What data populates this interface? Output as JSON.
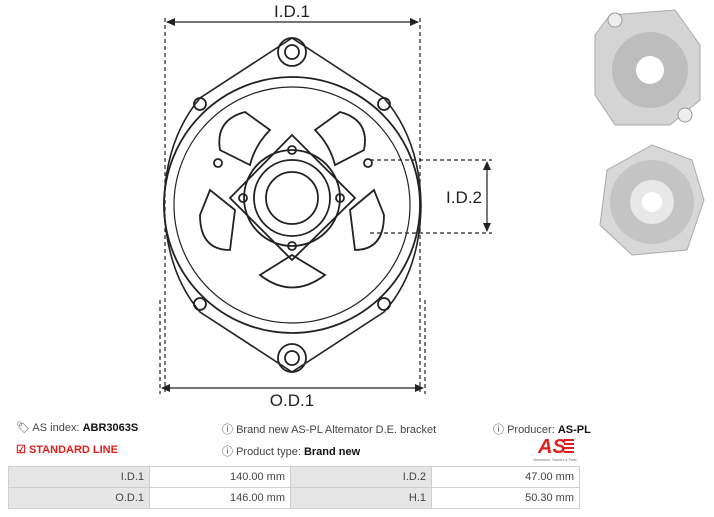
{
  "drawing": {
    "dim_id1": "I.D.1",
    "dim_id2": "I.D.2",
    "dim_od1": "O.D.1"
  },
  "info": {
    "as_index_label": "AS index:",
    "as_index_value": "ABR3063S",
    "description": "Brand new AS-PL Alternator D.E. bracket",
    "producer_label": "Producer:",
    "producer_value": "AS-PL",
    "line": "STANDARD LINE",
    "product_type_label": "Product type:",
    "product_type_value": "Brand new"
  },
  "logo": {
    "text": "AS",
    "tagline": "Alternators, Starters & Parts"
  },
  "specs": [
    [
      {
        "k": "I.D.1",
        "v": "140.00 mm"
      },
      {
        "k": "I.D.2",
        "v": "47.00 mm"
      }
    ],
    [
      {
        "k": "O.D.1",
        "v": "146.00 mm"
      },
      {
        "k": "H.1",
        "v": "50.30 mm"
      }
    ]
  ],
  "colors": {
    "accent_red": "#e0201b",
    "table_key_bg": "#e6e6e6"
  },
  "icons": {
    "tag": "tags-icon",
    "info": "info-circle-icon",
    "check": "check-square-icon"
  }
}
